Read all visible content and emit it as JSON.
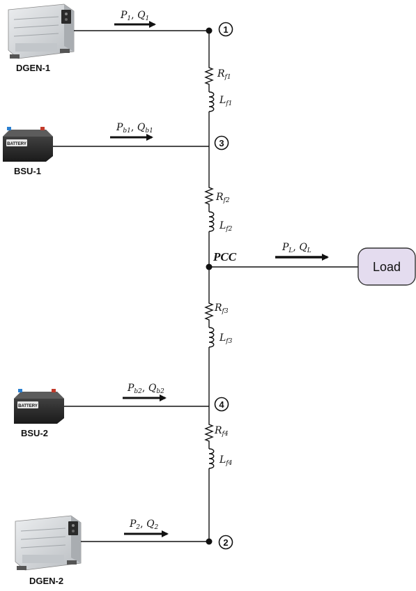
{
  "sources": [
    {
      "label": "DGEN-1",
      "kind": "generator",
      "flow_P": "P",
      "flow_P_sub": "1",
      "flow_Q": "Q",
      "flow_Q_sub": "1",
      "bus": "1"
    },
    {
      "label": "BSU-1",
      "kind": "battery",
      "flow_P": "P",
      "flow_P_sub": "b1",
      "flow_Q": "Q",
      "flow_Q_sub": "b1",
      "bus": "3"
    },
    {
      "label": "BSU-2",
      "kind": "battery",
      "flow_P": "P",
      "flow_P_sub": "b2",
      "flow_Q": "Q",
      "flow_Q_sub": "b2",
      "bus": "4"
    },
    {
      "label": "DGEN-2",
      "kind": "generator",
      "flow_P": "P",
      "flow_P_sub": "2",
      "flow_Q": "Q",
      "flow_Q_sub": "2",
      "bus": "2"
    }
  ],
  "battery_text": "BATTERY",
  "impedances": [
    {
      "R": "R",
      "R_sub": "f1",
      "L": "L",
      "L_sub": "f1"
    },
    {
      "R": "R",
      "R_sub": "f2",
      "L": "L",
      "L_sub": "f2"
    },
    {
      "R": "R",
      "R_sub": "f3",
      "L": "L",
      "L_sub": "f3"
    },
    {
      "R": "R",
      "R_sub": "f4",
      "L": "L",
      "L_sub": "f4"
    }
  ],
  "pcc": {
    "label": "PCC"
  },
  "load": {
    "label": "Load",
    "flow_P": "P",
    "flow_P_sub": "L",
    "flow_Q": "Q",
    "flow_Q_sub": "L"
  },
  "colors": {
    "wire": "#111111",
    "load_fill": "#e4dcef",
    "generator_body": "#d6d9dc",
    "battery_body": "#2b2b2b"
  }
}
